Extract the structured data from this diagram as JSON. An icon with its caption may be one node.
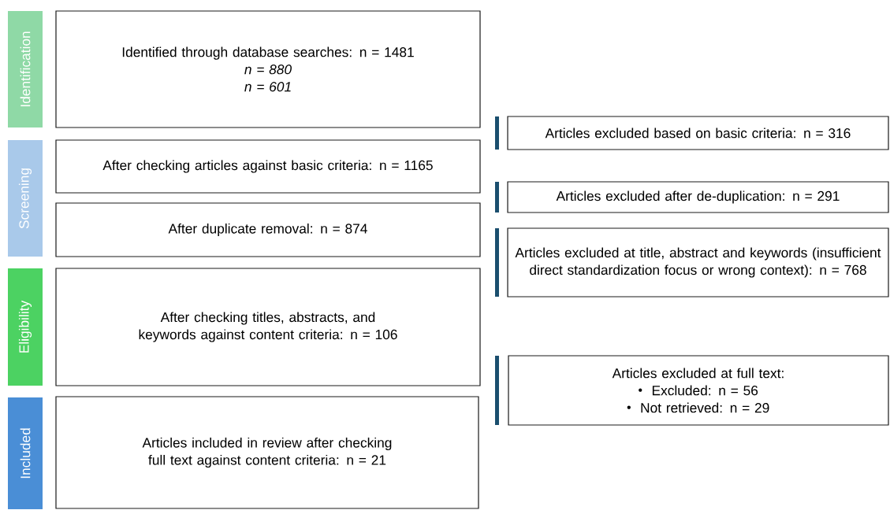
{
  "diagram": {
    "nodes": [
      {
        "text": [
          "Identification"
        ]
      },
      {
        "text": [
          "Screening"
        ]
      },
      {
        "text": [
          "Eligibility"
        ]
      },
      {
        "text": [
          "Included"
        ]
      },
      {
        "text": [
          "Identified through database searches: n = 1481",
          "n = 880",
          "n = 601"
        ]
      },
      {
        "text": [
          "After checking articles against basic criteria: n = 1165"
        ]
      },
      {
        "text": [
          "After duplicate removal: n = 874"
        ]
      },
      {
        "text": [
          "After checking titles, abstracts, and keywords against content criteria: n = 106"
        ]
      },
      {
        "text": [
          "Articles included in review after checking full text against content criteria: n = 21"
        ]
      },
      {
        "text": [
          "Articles excluded based on basic criteria: n = 316"
        ]
      },
      {
        "text": [
          "Articles excluded after de-duplication: n = 291"
        ]
      },
      {
        "text": [
          "Articles excluded at title, abstract and keywords (insufficient direct standardization focus or wrong context): n = 768"
        ]
      },
      {
        "text": [
          "Articles excluded at full text:",
          "Excluded: n = 56",
          "Not retrieved: n = 29"
        ]
      }
    ]
  }
}
